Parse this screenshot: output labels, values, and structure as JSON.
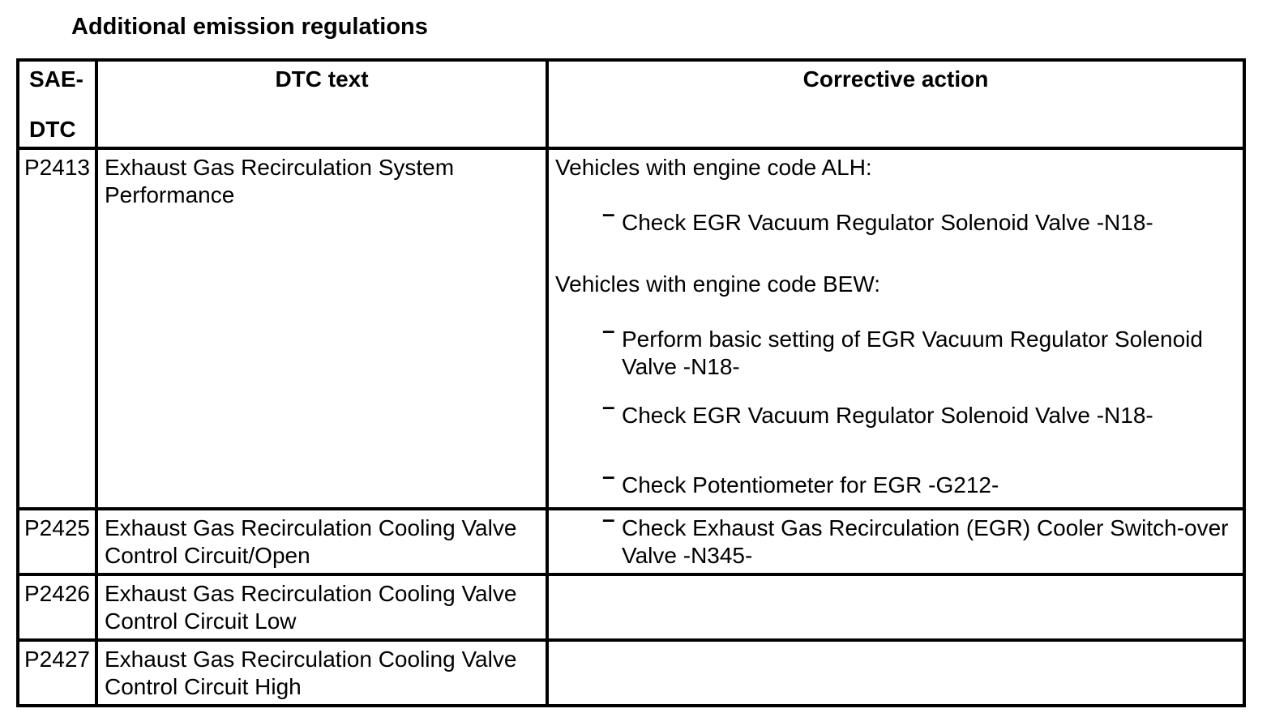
{
  "page": {
    "title": "Additional emission regulations"
  },
  "table": {
    "bullet_marker": "–",
    "header": {
      "col1": [
        "SAE-",
        "DTC"
      ],
      "col2": "DTC text",
      "col3": "Corrective action"
    },
    "rows": [
      {
        "code": "P2413",
        "dtc_text": "Exhaust Gas Recirculation System Performance",
        "actions": [
          {
            "type": "para",
            "text": "Vehicles with engine code ALH:"
          },
          {
            "type": "bullet",
            "text": "Check EGR Vacuum Regulator Solenoid Valve -N18-"
          },
          {
            "type": "para",
            "text": "Vehicles with engine code BEW:"
          },
          {
            "type": "bullet",
            "text": "Perform basic setting of EGR Vacuum Regulator Solenoid Valve -N18-"
          },
          {
            "type": "bullet",
            "text": "Check EGR Vacuum Regulator Solenoid Valve -N18-"
          },
          {
            "type": "bullet",
            "text": "Check Potentiometer for EGR -G212-"
          }
        ]
      },
      {
        "code": "P2425",
        "dtc_text": "Exhaust Gas Recirculation Cooling Valve Control Circuit/Open",
        "actions": [
          {
            "type": "bullet",
            "text": "Check Exhaust Gas Recirculation (EGR) Cooler Switch-over Valve -N345-"
          }
        ]
      },
      {
        "code": "P2426",
        "dtc_text": "Exhaust Gas Recirculation Cooling Valve Control Circuit Low",
        "actions": []
      },
      {
        "code": "P2427",
        "dtc_text": "Exhaust Gas Recirculation Cooling Valve Control Circuit High",
        "actions": []
      }
    ]
  }
}
